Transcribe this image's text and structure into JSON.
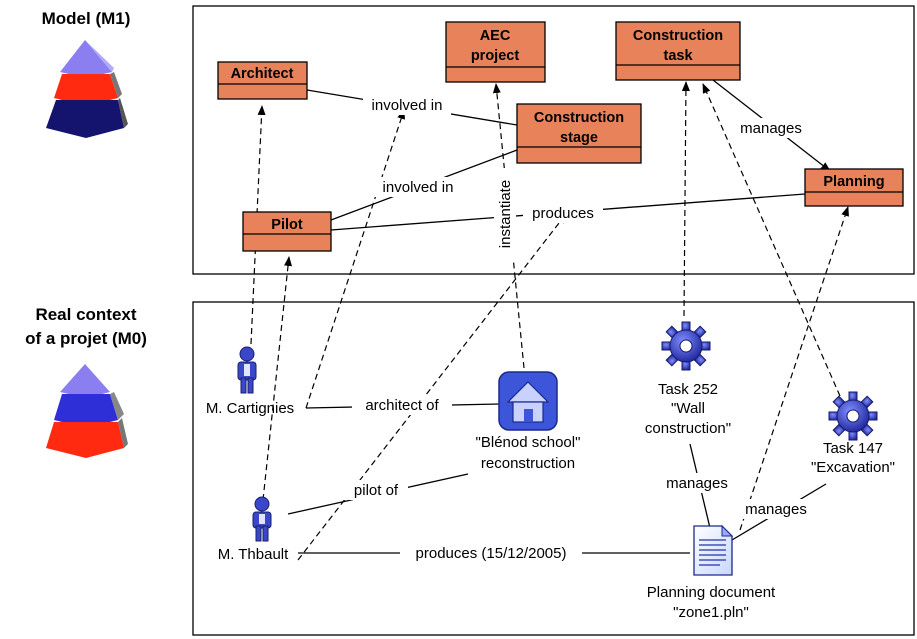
{
  "sections": {
    "model_title": "Model (M1)",
    "real_title_line1": "Real context",
    "real_title_line2": "of a projet (M0)"
  },
  "classes": {
    "architect": "Architect",
    "aec_line1": "AEC",
    "aec_line2": "project",
    "construction_task_line1": "Construction",
    "construction_task_line2": "task",
    "construction_stage_line1": "Construction",
    "construction_stage_line2": "stage",
    "planning": "Planning",
    "pilot": "Pilot"
  },
  "m1_relations": {
    "involved_in_1": "involved in",
    "involved_in_2": "involved in",
    "produces": "produces",
    "manages": "manages",
    "instantiate": "instantiate"
  },
  "instances": {
    "cartignies": "M. Cartignies",
    "thbault": "M. Thbault",
    "school_line1": "\"Blénod school\"",
    "school_line2": "reconstruction",
    "task252_line1": "Task 252",
    "task252_line2": "\"Wall",
    "task252_line3": "construction\"",
    "task147_line1": "Task 147",
    "task147_line2": "\"Excavation\"",
    "planning_doc_line1": "Planning document",
    "planning_doc_line2": "\"zone1.pln\""
  },
  "m0_relations": {
    "architect_of": "architect of",
    "pilot_of": "pilot of",
    "produces_date": "produces (15/12/2005)",
    "manages_1": "manages",
    "manages_2": "manages"
  },
  "colors": {
    "class_fill": "#e8825a",
    "class_border": "#000000",
    "person_blue": "#3b47c9",
    "gear_blue": "#2a36b8",
    "house_blue": "#3d55d8",
    "pyramid_top": "#8a7ef0",
    "pyramid_mid": "#ff2a10",
    "pyramid_bottom": "#14146e"
  }
}
